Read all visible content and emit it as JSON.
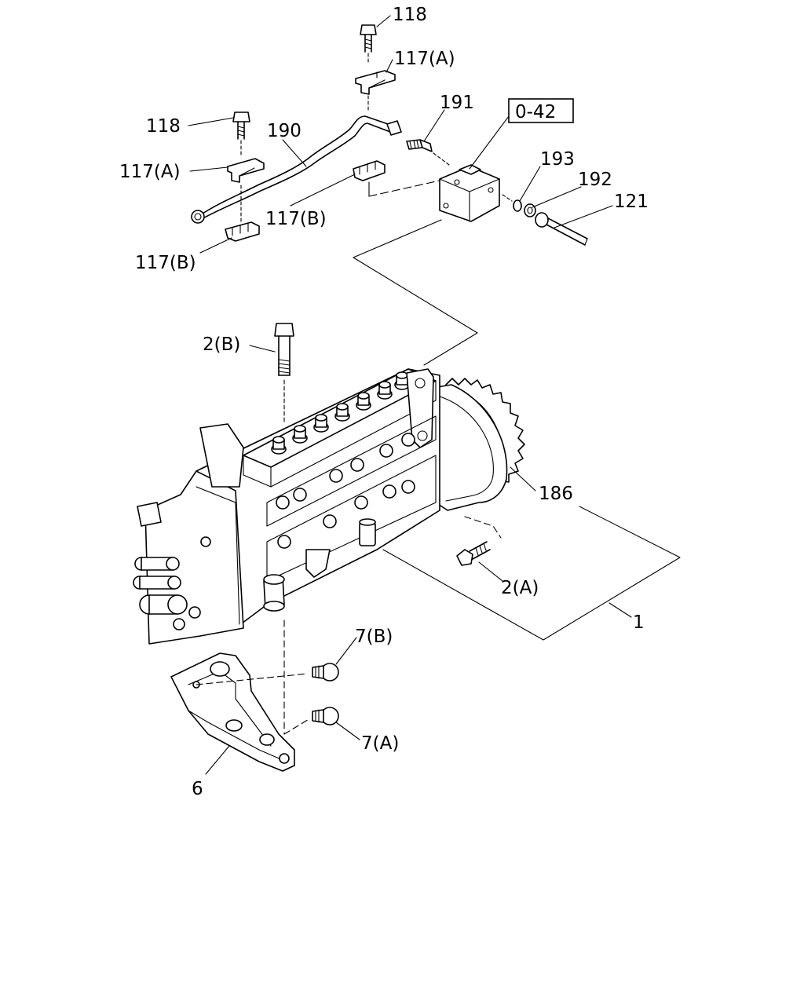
{
  "labels": {
    "p118_top": "118",
    "p117a_top": "117(A)",
    "p118_left": "118",
    "p190": "190",
    "p191": "191",
    "ref_box": "0-42",
    "p117a_left": "117(A)",
    "p117b_mid": "117(B)",
    "p117b_low": "117(B)",
    "p193": "193",
    "p192": "192",
    "p121": "121",
    "p2b": "2(B)",
    "p186": "186",
    "p2a": "2(A)",
    "p1": "1",
    "p7b": "7(B)",
    "p7a": "7(A)",
    "p6": "6"
  }
}
